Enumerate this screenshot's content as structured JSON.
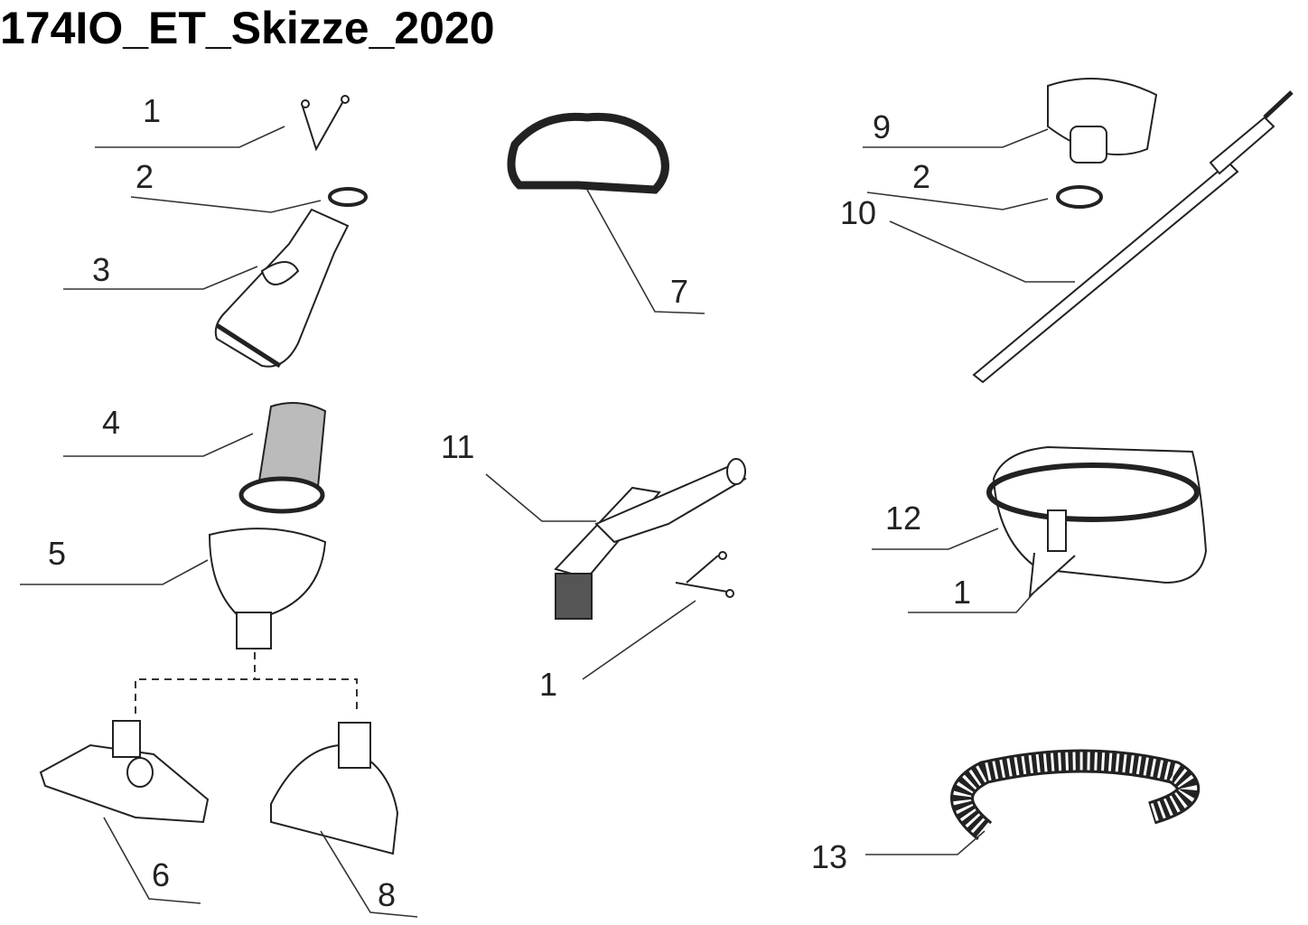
{
  "title": "174IO_ET_Skizze_2020",
  "part_labels": [
    "1",
    "2",
    "3",
    "4",
    "5",
    "6",
    "8",
    "7",
    "11",
    "1",
    "9",
    "2",
    "10",
    "12",
    "1",
    "13"
  ]
}
